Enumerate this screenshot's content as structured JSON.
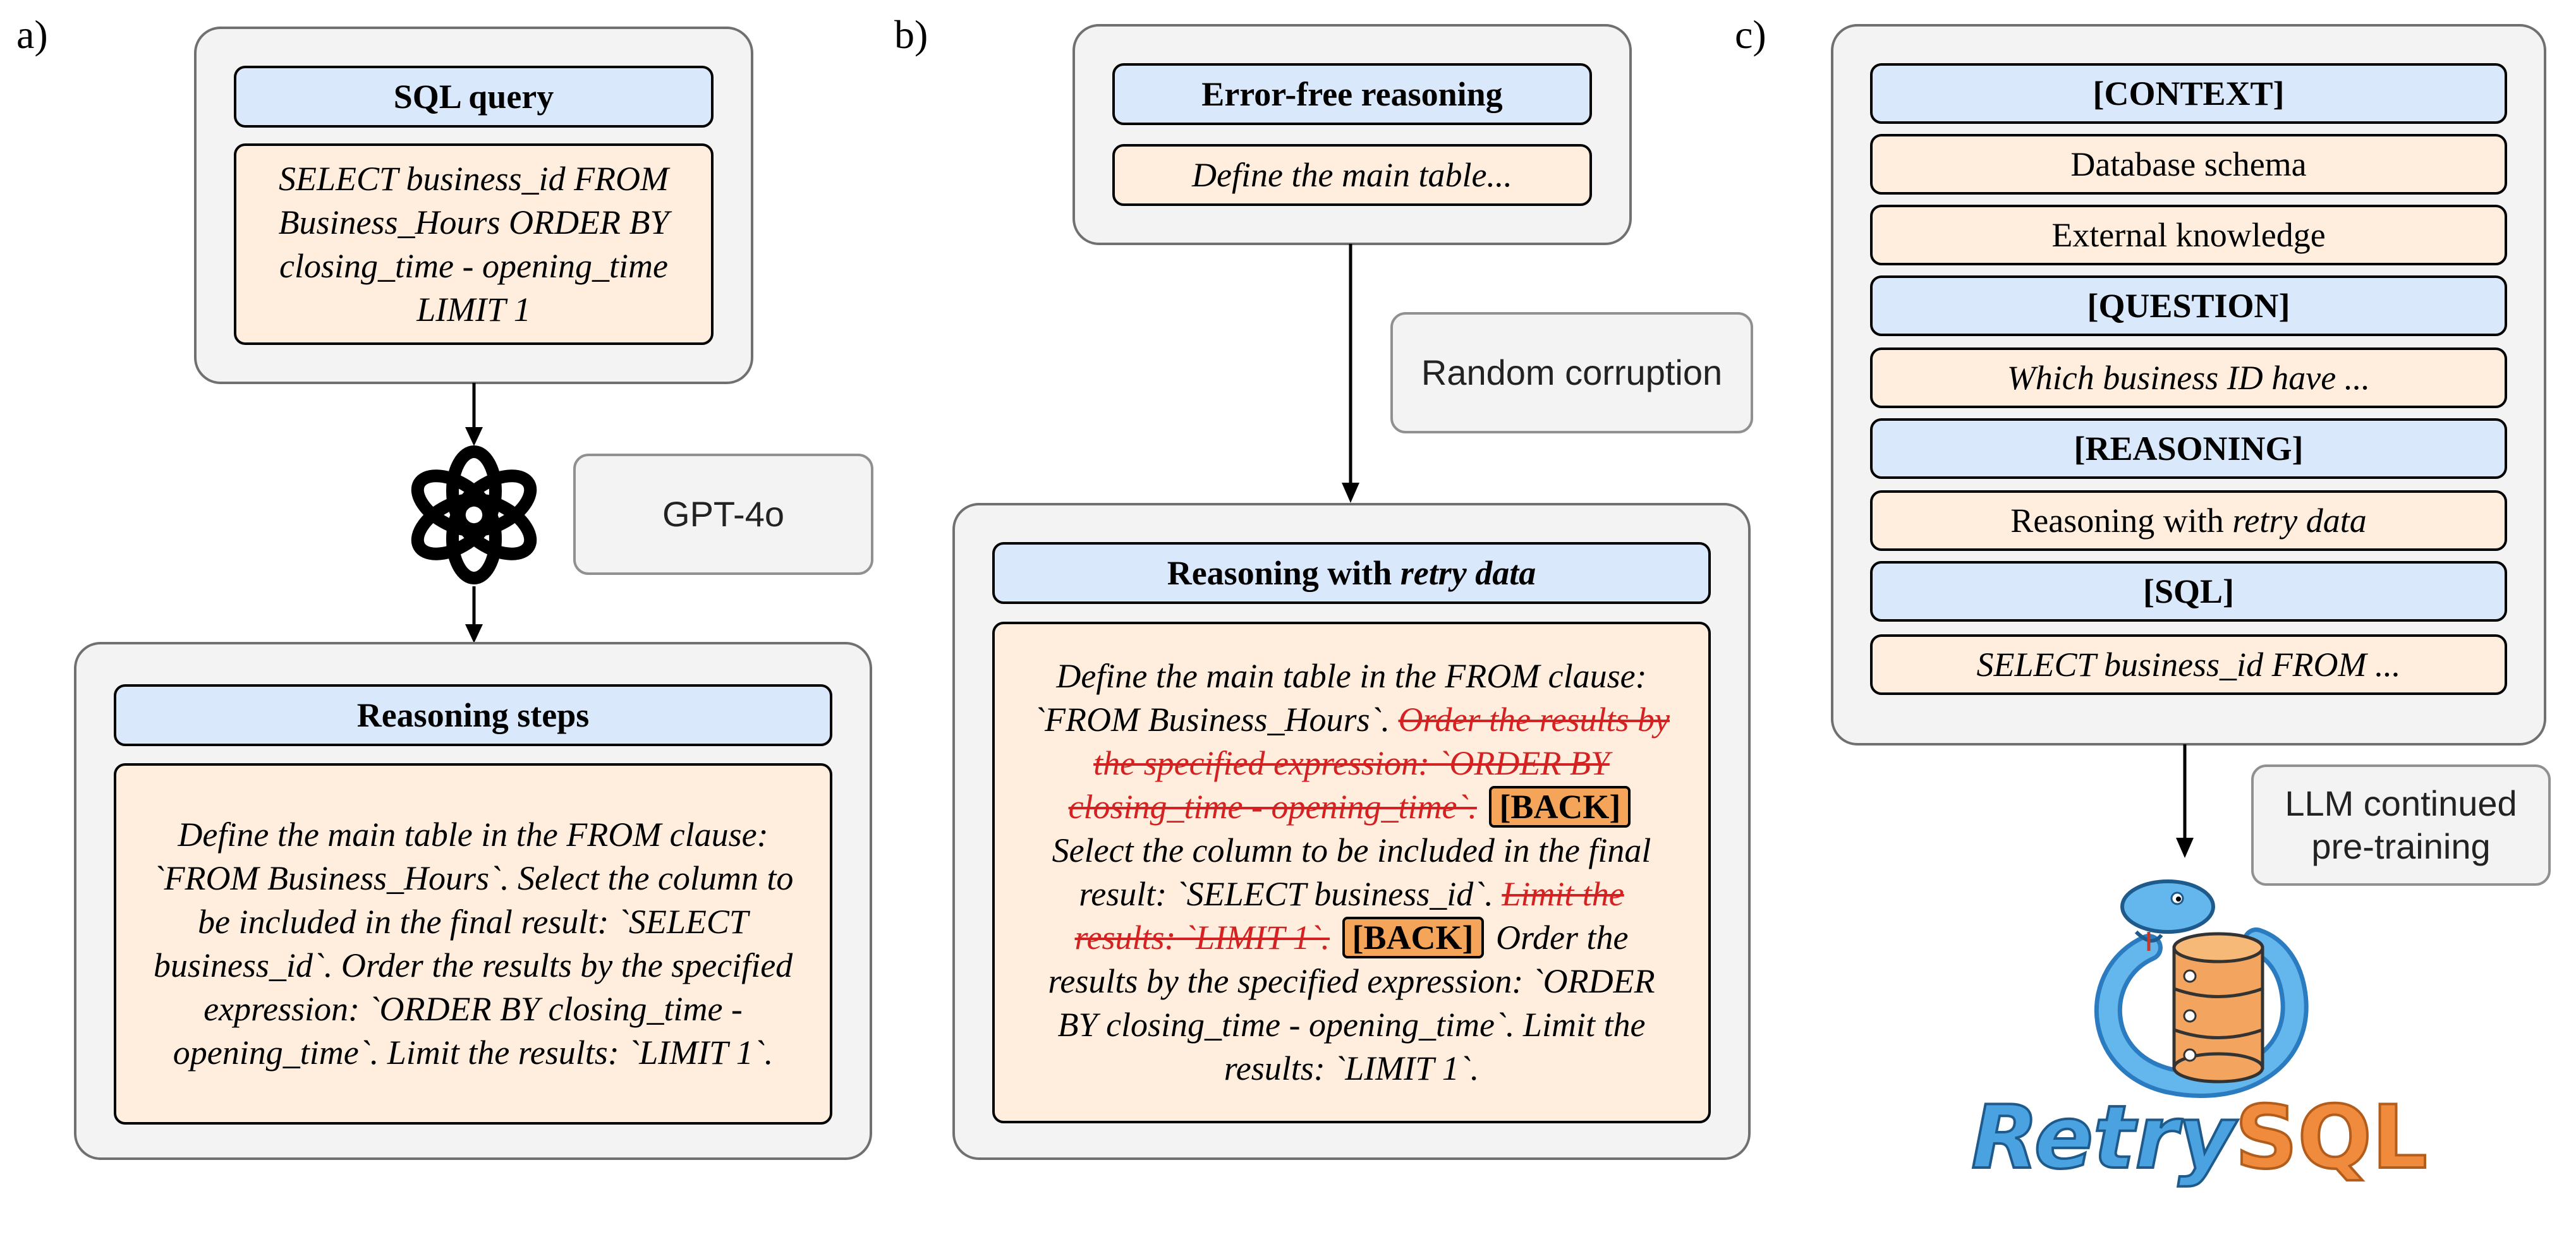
{
  "labels": {
    "a": "a)",
    "b": "b)",
    "c": "c)"
  },
  "panel_a": {
    "sql_title": "SQL query",
    "sql_text": "SELECT business_id FROM Business_Hours ORDER BY closing_time - opening_time LIMIT 1",
    "model_label": "GPT-4o",
    "steps_title": "Reasoning steps",
    "steps_text": "Define the main table in the FROM clause: `FROM Business_Hours`. Select the column to be included in the final result: `SELECT business_id`. Order the results by the specified expression: `ORDER BY closing_time - opening_time`. Limit the results: `LIMIT 1`."
  },
  "panel_b": {
    "clean_title": "Error-free reasoning",
    "clean_text": "Define the main table...",
    "corruption_label": "Random corruption",
    "retry_title_prefix": "Reasoning with ",
    "retry_title_italic": "retry data",
    "seg1": "Define the main table in the FROM clause: `FROM Business_Hours`. ",
    "strike1": "Order the results by the specified expression: `ORDER BY closing_time - opening_time`.",
    "back1": "[BACK]",
    "seg2": " Select the column to be included in the final result: `SELECT business_id`. ",
    "strike2": "Limit the results: `LIMIT 1`.",
    "back2": "[BACK]",
    "seg3": " Order the results by the specified expression: `ORDER BY closing_time - opening_time`. Limit the results: `LIMIT 1`."
  },
  "panel_c": {
    "context": "[CONTEXT]",
    "schema": "Database schema",
    "knowledge": "External knowledge",
    "question": "[QUESTION]",
    "question_text": "Which business ID have ...",
    "reasoning": "[REASONING]",
    "reasoning_text_prefix": "Reasoning with ",
    "reasoning_text_italic": "retry data",
    "sql": "[SQL]",
    "sql_text": "SELECT business_id FROM ...",
    "training_label": "LLM continued pre-training",
    "logo_part1": "Retry",
    "logo_part2": "SQL"
  },
  "colors": {
    "header_fill": "#dae8fc",
    "content_fill": "#ffeedd",
    "container_fill": "#f3f3f3",
    "strike_text": "#d42222",
    "back_tag": "#f5a55a",
    "logo_blue": "#4aa3e0",
    "logo_orange": "#f08a3c"
  },
  "icons": [
    "openai-logo-icon",
    "python-database-icon"
  ]
}
